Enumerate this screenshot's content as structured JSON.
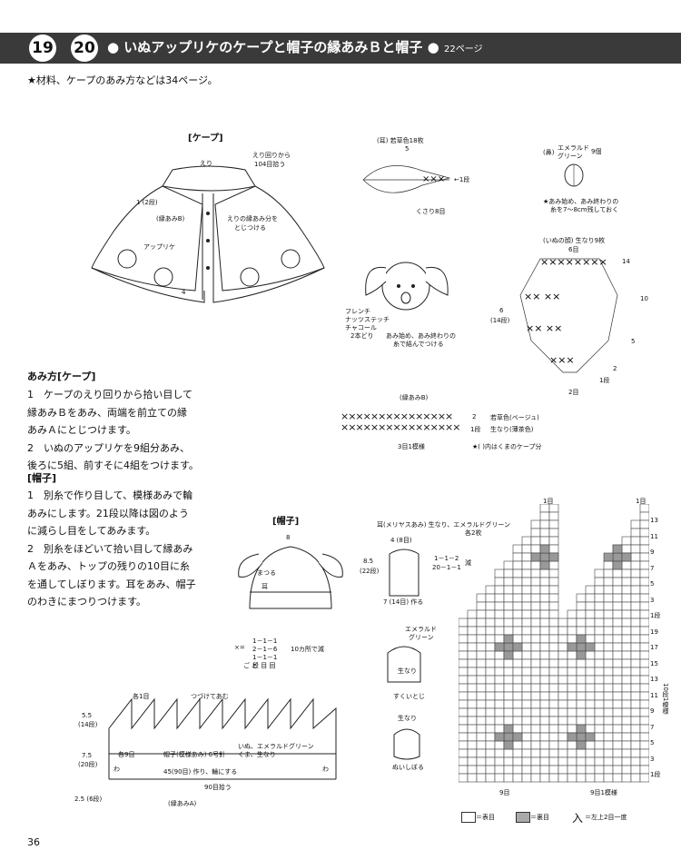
{
  "header": {
    "badge_left": "19",
    "badge_right": "20",
    "title": "● いぬアップリケのケープと帽子の縁あみＢと帽子 ●",
    "page_ref": "22ページ"
  },
  "note_materials": "★材料、ケープのあみ方などは34ページ。",
  "cape_section": {
    "title": "[ケープ]",
    "labels": {
      "collar": "えり",
      "pickup": "えり回りから",
      "pickup2": "104目拾う",
      "rows": "1 (2段)",
      "edge_b": "(縁あみB)",
      "attach": "えりの縁あみ分を",
      "attach2": "とじつける",
      "applique": "アップリケ",
      "four": "4"
    }
  },
  "ear_section": {
    "title": "(耳) 若草色18枚",
    "width": "5",
    "row1": "←1段",
    "chain": "くさり8目"
  },
  "nose_section": {
    "title": "(鼻)",
    "color": "エメラルド",
    "color2": "グリーン",
    "count": "9個",
    "note1": "★あみ始め、あみ終わりの",
    "note2": "糸を7～8cm残しておく"
  },
  "face_section": {
    "title": "(いぬの顔) 生なり9枚",
    "top": "6目",
    "r14": "14",
    "r10": "10",
    "r5": "5",
    "r2": "2",
    "r1": "1段",
    "side": "6",
    "side2": "(14段)",
    "bottom": "2目"
  },
  "dog_labels": {
    "french": "フレンチ",
    "knot": "ナッツステッチ",
    "charcoal": "チャコール",
    "strands": "2本どり",
    "note1": "あみ始め、あみ終わりの",
    "note2": "糸で結んでつける"
  },
  "edge_b_section": {
    "title": "(縁あみB)",
    "row2": "2",
    "row1": "1段",
    "color2": "若草色(ベージュ)",
    "color1": "生なり(薄茶色)",
    "repeat": "3目1模様",
    "note": "★(  )内はくまのケープ分"
  },
  "instructions": {
    "heading_cape": "あみ方[ケープ]",
    "lines_cape": [
      "1　ケープのえり回りから拾い目して",
      "縁あみＢをあみ、両端を前立ての縁",
      "あみＡにとじつけます。",
      "2　いぬのアップリケを9組分あみ、",
      "後ろに5組、前すそに4組をつけます。"
    ],
    "heading_hat": "[帽子]",
    "lines_hat": [
      "1　別糸で作り目して、模様あみで輪",
      "あみにします。21段以降は図のよう",
      "に減らし目をしてあみます。",
      "2　別糸をほどいて拾い目して縁あみ",
      "Ａをあみ、トップの残りの10目に糸",
      "を通してしぼります。耳をあみ、帽子",
      "のわきにまつりつけます。"
    ]
  },
  "hat_section": {
    "title": "[帽子]",
    "eight": "8",
    "sew": "まつる",
    "ear": "耳",
    "decrease_prefix": "×=",
    "decrease_l1": "1－1－1",
    "decrease_l2": "2－1－6",
    "decrease_l3": "1－1－1",
    "decrease_l4": "段 目 回",
    "decrease_note": "10カ所で減",
    "decrease_side": "ご ど"
  },
  "hat_ear_section": {
    "title": "耳(メリヤスあみ) 生なり、エメラルドグリーン",
    "count": "各2枚",
    "stitches": "4 (8目)",
    "height": "8.5",
    "height2": "(22段)",
    "formula1": "1－1－2",
    "formula2": "20－1－1",
    "decrease": "減",
    "cast": "7 (14目) 作る",
    "emerald": "エメラルド",
    "green": "グリーン",
    "natural": "生なり",
    "scoop": "すくいとじ",
    "natural2": "生なり",
    "gather": "ぬいしぼる"
  },
  "hat_diagram": {
    "each1": "各1目",
    "continue": "つづけてあむ",
    "h1": "5.5",
    "h1b": "(14段)",
    "h2": "7.5",
    "h2b": "(20段)",
    "h3": "2.5 (6段)",
    "each9": "各9目",
    "pattern": "帽子(模様あみ) 6号針",
    "colors1": "いぬ、エメラルドグリーン",
    "colors2": "くま、生なり",
    "cast": "45(90目) 作り、輪にする",
    "pick": "90目拾う",
    "edge_a": "(縁あみA)",
    "wa": "わ"
  },
  "chart_grid": {
    "top_label": "1目",
    "right_numbers": [
      "13",
      "11",
      "9",
      "7",
      "5",
      "3",
      "1段",
      "19",
      "17",
      "15",
      "13",
      "11",
      "9",
      "7",
      "5",
      "3",
      "1段"
    ],
    "side_note": "10段1模様",
    "bottom_left": "9目",
    "bottom_right": "9目1模様"
  },
  "legend": {
    "knit": "＝表目",
    "purl": "＝裏目",
    "dec": "＝左上2目一度"
  },
  "page_number": "36"
}
